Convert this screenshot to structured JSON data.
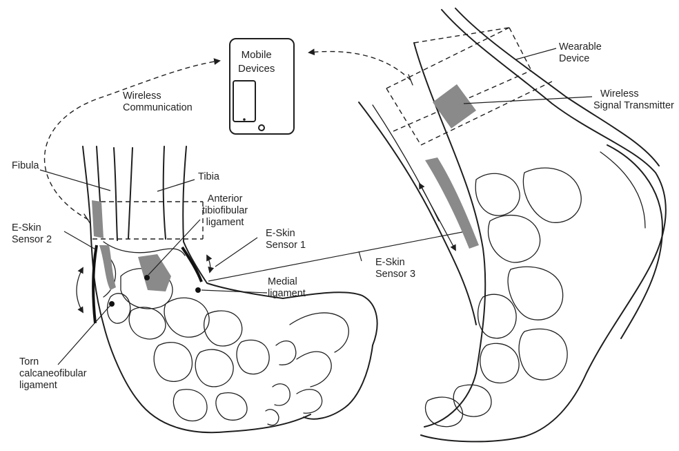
{
  "labels": {
    "mobile_devices": [
      "Mobile",
      "Devices"
    ],
    "wireless_communication": [
      "Wireless",
      "Communication"
    ],
    "wearable_device": [
      "Wearable",
      "Device"
    ],
    "wireless_signal_transmitter": [
      "Wireless",
      "Signal Transmitter"
    ],
    "fibula": "Fibula",
    "tibia": "Tibia",
    "anterior_tibiofibular_ligament": [
      "Anterior",
      "tibiofibular",
      "ligament"
    ],
    "eskin_sensor_2": [
      "E-Skin",
      "Sensor 2"
    ],
    "eskin_sensor_1": [
      "E-Skin",
      "Sensor 1"
    ],
    "eskin_sensor_3": [
      "E-Skin",
      "Sensor 3"
    ],
    "medial_ligament": [
      "Medial",
      "ligament"
    ],
    "torn_calcaneofibular_ligament": [
      "Torn",
      "calcaneofibular",
      "ligament"
    ]
  },
  "colors": {
    "ink": "#1e1e1e",
    "sensor_pad": "#8a8a8a",
    "background": "#ffffff"
  }
}
